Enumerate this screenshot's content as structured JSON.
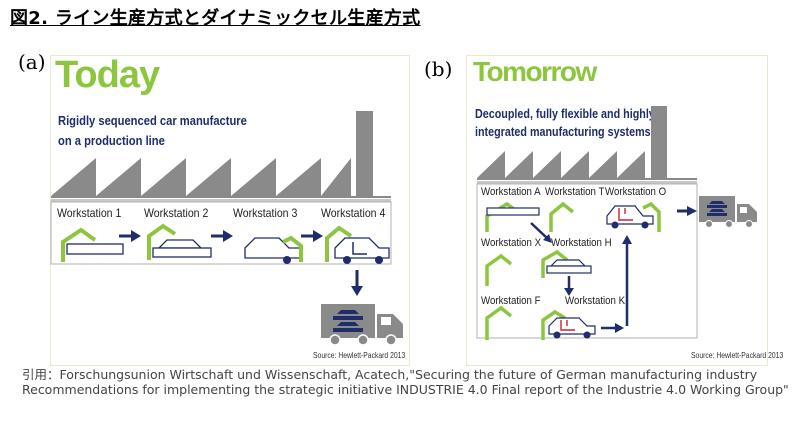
{
  "title": "図2. ライン生産方式とダイナミックセル生産方式",
  "panel_a": {
    "label": "(a)",
    "heading": "Today",
    "subtitle_line1": "Rigidly sequenced car manufacture",
    "subtitle_line2": "on a production line",
    "workstations": [
      "Workstation 1",
      "Workstation 2",
      "Workstation 3",
      "Workstation 4"
    ],
    "source": "Source: Hewlett-Packard 2013"
  },
  "panel_b": {
    "label": "(b)",
    "heading": "Tomorrow",
    "subtitle_line1": "Decoupled, fully flexible and highly",
    "subtitle_line2": "integrated manufacturing systems",
    "workstations": {
      "a": "Workstation A",
      "t": "Workstation T",
      "o": "Workstation O",
      "x": "Workstation X",
      "h": "Workstation H",
      "f": "Workstation F",
      "k": "Workstation K"
    },
    "source": "Source: Hewlett-Packard 2013"
  },
  "citation": "引用：Forschungsunion Wirtschaft und Wissenschaft, Acatech,\"Securing the future of German manufacturing industry Recommendations for implementing the strategic initiative INDUSTRIE 4.0 Final report of the Industrie 4.0 Working Group\"",
  "colors": {
    "green": "#8cc63f",
    "navy": "#1f2d6b",
    "factory_gray": "#8a8a8a",
    "red": "#d0202a"
  }
}
